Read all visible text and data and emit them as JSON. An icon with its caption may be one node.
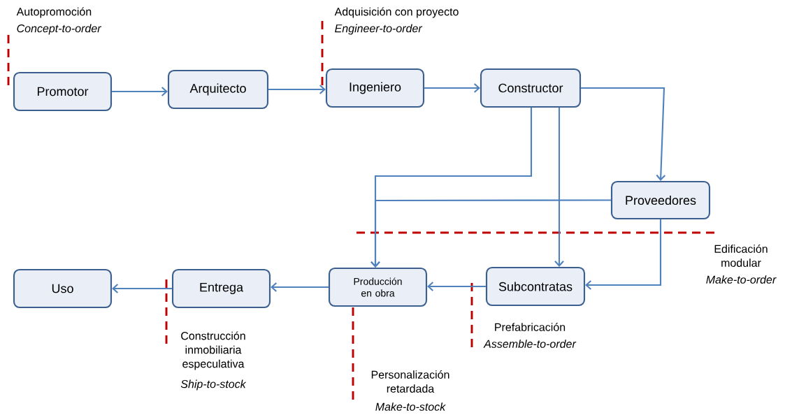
{
  "diagram": {
    "nodes": [
      {
        "text": [
          "Promotor"
        ]
      },
      {
        "text": [
          "Arquitecto"
        ]
      },
      {
        "text": [
          "Ingeniero"
        ]
      },
      {
        "text": [
          "Constructor"
        ]
      },
      {
        "text": [
          "Proveedores"
        ]
      },
      {
        "text": [
          "Uso"
        ]
      },
      {
        "text": [
          "Entrega"
        ]
      },
      {
        "text": [
          "Producción en obra"
        ]
      },
      {
        "text": [
          "Subcontratas"
        ]
      }
    ],
    "edges": [
      {
        "from": 0,
        "to": 1,
        "arrow": "to"
      },
      {
        "from": 1,
        "to": 2,
        "arrow": "to"
      },
      {
        "from": 2,
        "to": 3,
        "arrow": "to"
      },
      {
        "from": 3,
        "to": 4,
        "arrow": "to"
      },
      {
        "from": 3,
        "to": 7,
        "arrow": "to"
      },
      {
        "from": 3,
        "to": 8,
        "arrow": "to"
      },
      {
        "from": 4,
        "to": 7,
        "arrow": "to"
      },
      {
        "from": 4,
        "to": 8,
        "arrow": "to"
      },
      {
        "from": 8,
        "to": 7,
        "arrow": "to"
      },
      {
        "from": 7,
        "to": 6,
        "arrow": "to"
      },
      {
        "from": 6,
        "to": 5,
        "arrow": "to"
      }
    ],
    "labels": [
      "Autopromoción",
      "Concept-to-order",
      "Adquisición con proyecto",
      "Engineer-to-order",
      "Edificación modular",
      "Make-to-order",
      "Prefabricación",
      "Assemble-to-order",
      "Construcción inmobiliaria especulativa",
      "Ship-to-stock",
      "Personalización retardada",
      "Make-to-stock"
    ]
  }
}
